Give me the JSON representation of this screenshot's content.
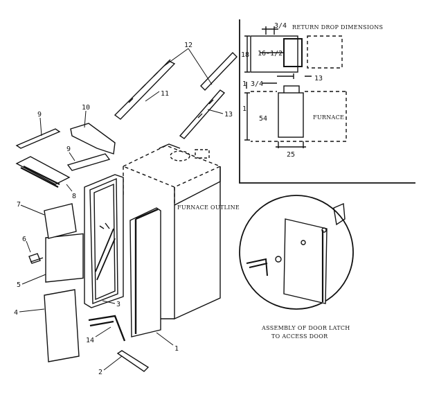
{
  "inset": {
    "title": "RETURN DROP DIMENSIONS",
    "dims": {
      "three_quarter_top": "3/4",
      "eighteen": "18",
      "sixteen_half": "16-1/2",
      "thirteen": "13",
      "one_three_quarter": "1 3/4",
      "one": "1",
      "fifty_four": "54",
      "furnace": "FURNACE",
      "twenty_five": "25"
    }
  },
  "labels": {
    "furnace_outline": "FURNACE OUTLINE",
    "assembly_line1": "ASSEMBLY OF DOOR LATCH",
    "assembly_line2": "TO ACCESS DOOR"
  },
  "parts": {
    "p1": "1",
    "p2": "2",
    "p3": "3",
    "p4": "4",
    "p5": "5",
    "p6": "6",
    "p7": "7",
    "p8": "8",
    "p9a": "9",
    "p9b": "9",
    "p10": "10",
    "p11": "11",
    "p12": "12",
    "p13": "13",
    "p14": "14"
  }
}
